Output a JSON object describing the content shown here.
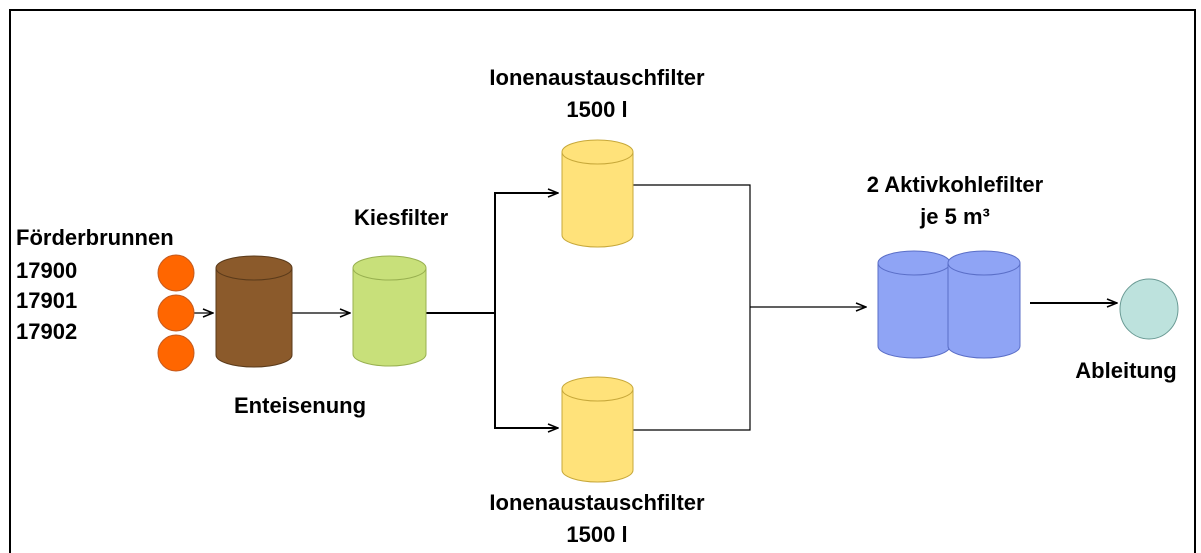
{
  "labels": {
    "foerderbrunnen_title": "Förderbrunnen",
    "wells": [
      "17900",
      "17901",
      "17902"
    ],
    "enteisenung": "Enteisenung",
    "kiesfilter": "Kiesfilter",
    "ionen_top_name": "Ionenaustauschfilter",
    "ionen_top_volume": "1500 l",
    "ionen_bottom_name": "Ionenaustauschfilter",
    "ionen_bottom_volume": "1500 l",
    "aktivkohle_name": "2 Aktivkohlefilter",
    "aktivkohle_volume": "je 5 m³",
    "ableitung": "Ableitung"
  },
  "colors": {
    "frame": "#000000",
    "line": "#000000",
    "well": "#ff6600",
    "well_stroke": "#c45a1e",
    "enteisenung": "#8b5a2b",
    "enteisenung_stroke": "#5a3a1a",
    "kiesfilter": "#c8e07a",
    "kiesfilter_stroke": "#98b050",
    "ionen": "#ffe27a",
    "ionen_stroke": "#c7a83a",
    "aktivkohle": "#8fa4f5",
    "aktivkohle_stroke": "#5a6ec7",
    "ableitung": "#bde2dd",
    "ableitung_stroke": "#6a9a94"
  }
}
